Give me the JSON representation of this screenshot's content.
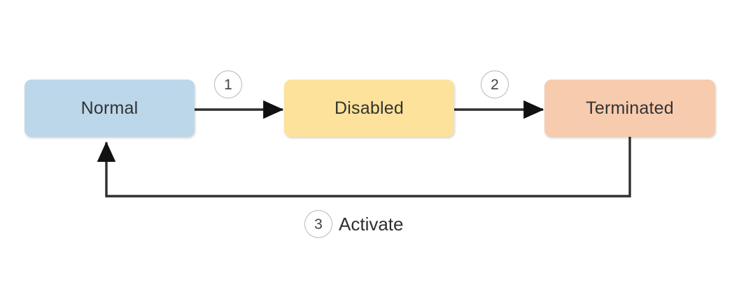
{
  "diagram": {
    "type": "state-transition-diagram",
    "background_color": "#ffffff",
    "nodes": [
      {
        "id": "normal",
        "label": "Normal",
        "fill_color": "#bcd7ea",
        "text_color": "#333333"
      },
      {
        "id": "disabled",
        "label": "Disabled",
        "fill_color": "#fce29a",
        "text_color": "#333333"
      },
      {
        "id": "terminated",
        "label": "Terminated",
        "fill_color": "#f7cbae",
        "text_color": "#333333"
      }
    ],
    "edges": [
      {
        "id": "edge-1",
        "from": "normal",
        "to": "disabled",
        "badge": "1",
        "caption": "",
        "line_color": "#2f2f2f"
      },
      {
        "id": "edge-2",
        "from": "disabled",
        "to": "terminated",
        "badge": "2",
        "caption": "",
        "line_color": "#2f2f2f"
      },
      {
        "id": "edge-3",
        "from": "terminated",
        "to": "normal",
        "badge": "3",
        "caption": "Activate",
        "line_color": "#2f2f2f"
      }
    ]
  }
}
